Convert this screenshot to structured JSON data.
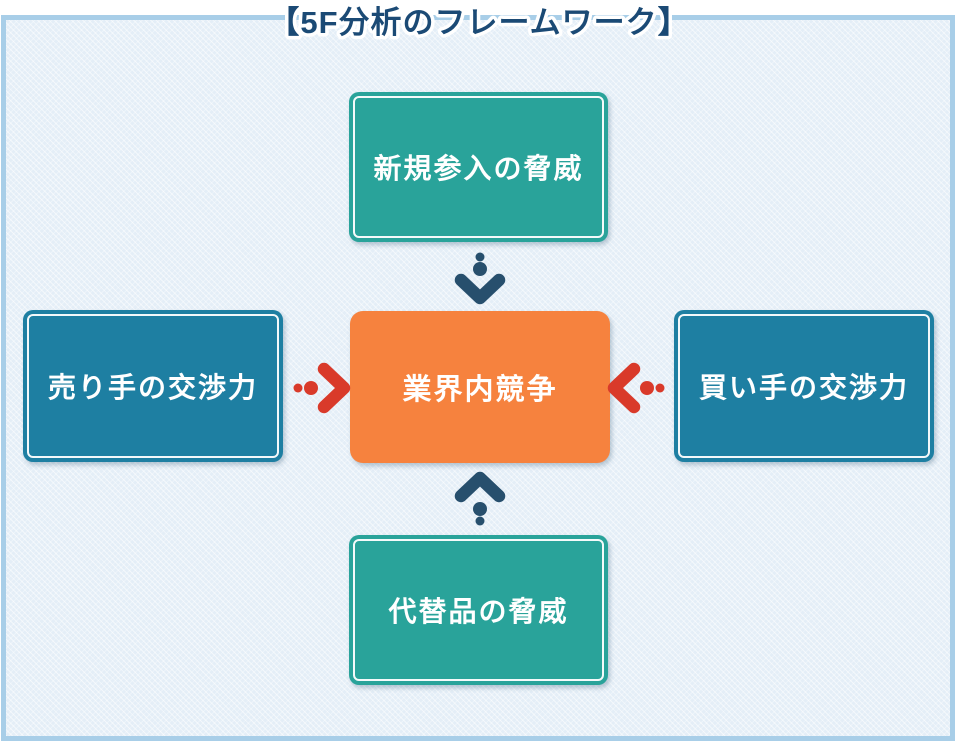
{
  "title": "【5F分析のフレームワーク】",
  "diagram": {
    "top_box": {
      "label": "新規参入の脅威"
    },
    "left_box": {
      "label": "売り手の交渉力"
    },
    "center_box": {
      "label": "業界内競争"
    },
    "right_box": {
      "label": "買い手の交渉力"
    },
    "bottom_box": {
      "label": "代替品の脅威"
    }
  },
  "icons": {
    "top": "arrow-down-icon",
    "bottom": "arrow-up-icon",
    "left": "arrow-right-icon",
    "right": "arrow-left-icon"
  },
  "colors": {
    "teal_box": "#29a39a",
    "blue_box": "#1e7fa2",
    "orange_box": "#f6823e",
    "arrow_navy": "#274f6d",
    "arrow_red": "#d93a2a",
    "title_text": "#1b4a75",
    "panel_border": "#a8cee8",
    "panel_bg": "#e4eef7"
  }
}
